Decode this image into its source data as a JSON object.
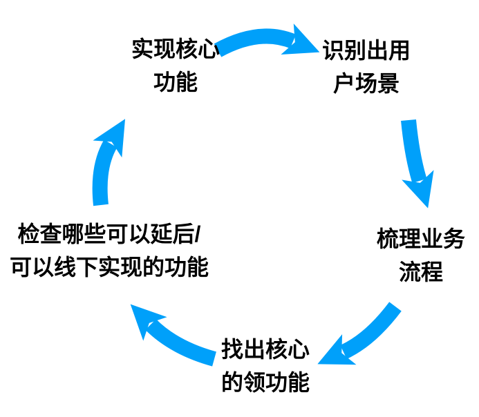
{
  "diagram": {
    "type": "cycle",
    "direction": "clockwise",
    "colors": {
      "arrow": "#00A0FA",
      "text": "#000000",
      "background": "#FFFFFF"
    },
    "nodes": [
      {
        "id": "implement-core-features",
        "position": "top-left",
        "lines": [
          "实现核心",
          "功能"
        ]
      },
      {
        "id": "identify-user-scenarios",
        "position": "top-right",
        "lines": [
          "识别出用",
          "户场景"
        ]
      },
      {
        "id": "sort-business-process",
        "position": "right",
        "lines": [
          "梳理业务",
          "流程"
        ]
      },
      {
        "id": "find-core-features",
        "position": "bottom",
        "lines": [
          "找出核心",
          "的领功能"
        ]
      },
      {
        "id": "check-deferrable-features",
        "position": "left",
        "lines": [
          "检查哪些可以延后/",
          "可以线下实现的功能"
        ]
      }
    ],
    "arrows": [
      {
        "name": "arrow-implement-to-identify",
        "from": "实现核心功能",
        "to": "识别出用户场景"
      },
      {
        "name": "arrow-identify-to-sort",
        "from": "识别出用户场景",
        "to": "梳理业务流程"
      },
      {
        "name": "arrow-sort-to-find",
        "from": "梳理业务流程",
        "to": "找出核心的领功能"
      },
      {
        "name": "arrow-find-to-check",
        "from": "找出核心的领功能",
        "to": "检查哪些可以延后/可以线下实现的功能"
      },
      {
        "name": "arrow-check-to-implement",
        "from": "检查哪些可以延后/可以线下实现的功能",
        "to": "实现核心功能"
      }
    ]
  }
}
